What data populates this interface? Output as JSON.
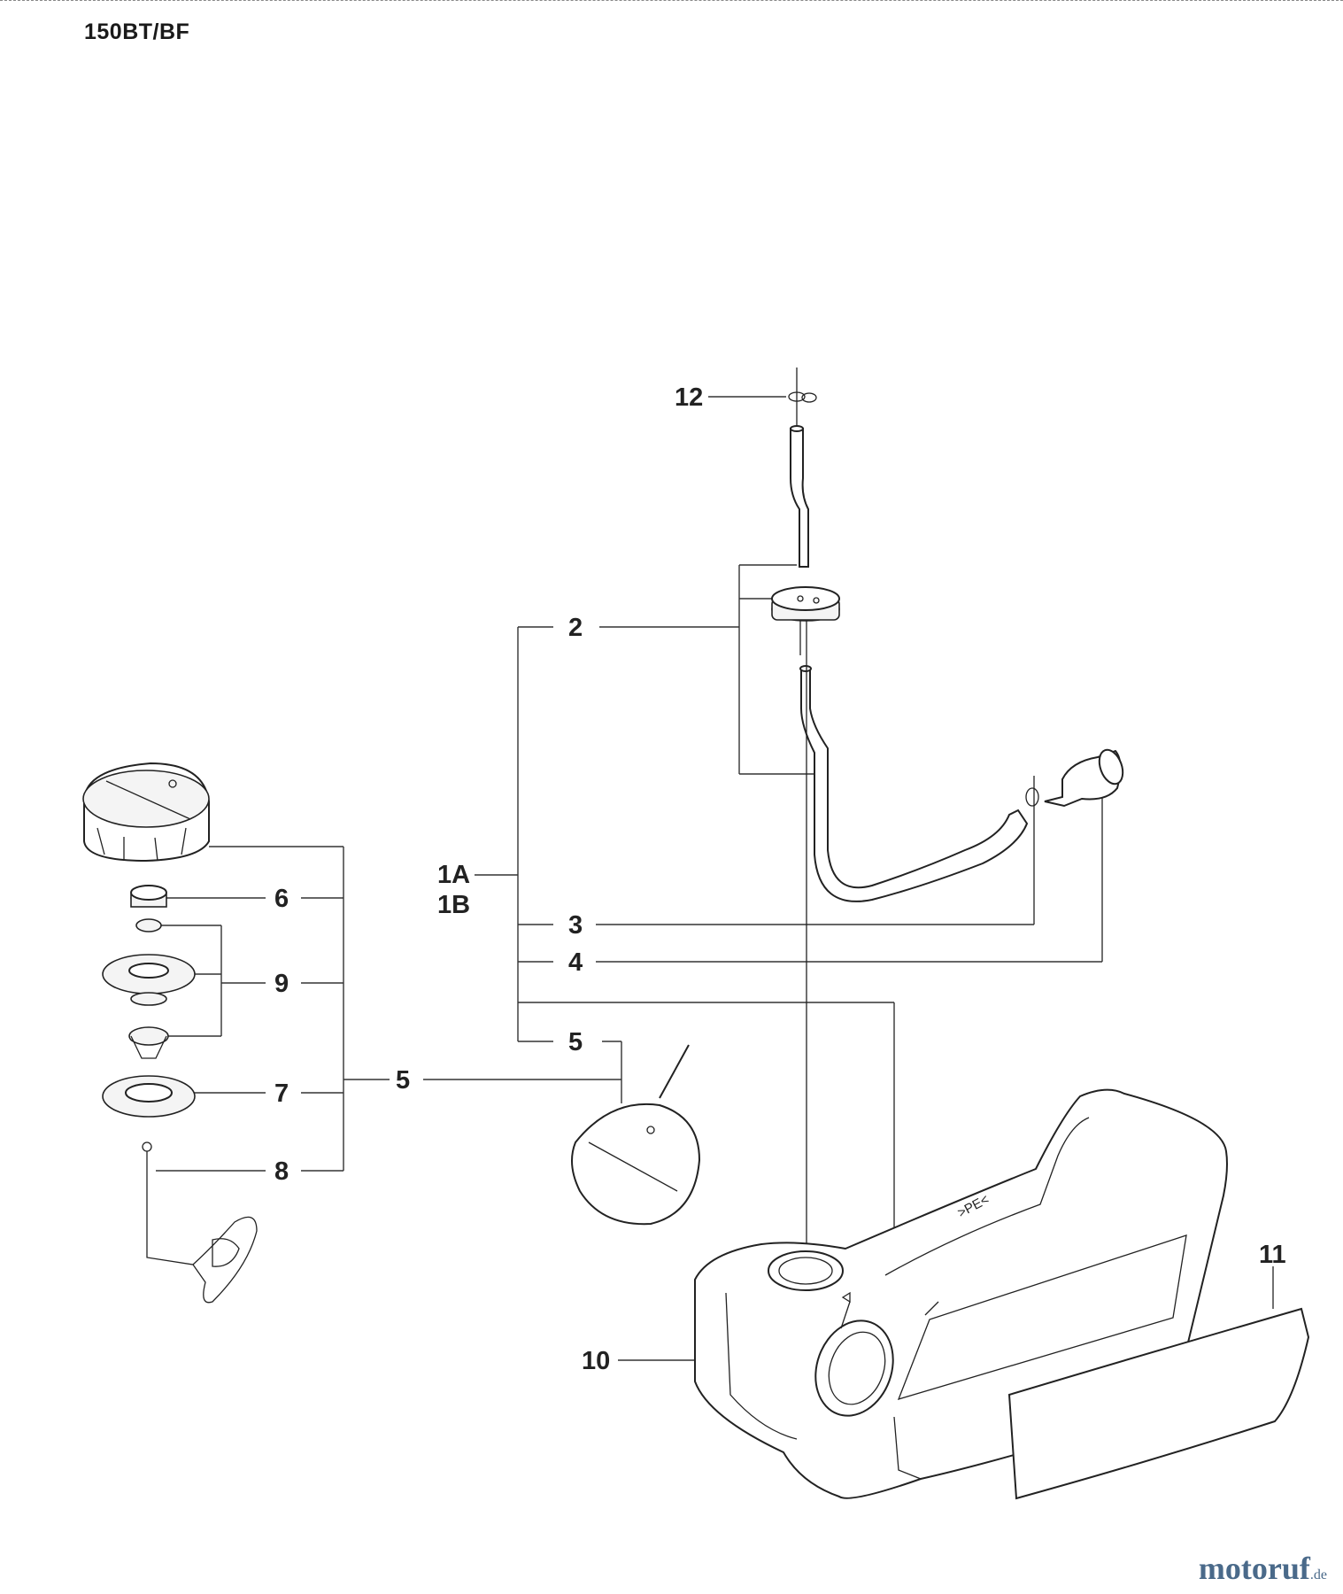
{
  "diagram": {
    "model": "150BT/BF",
    "labels": {
      "p12": "12",
      "p2": "2",
      "p1A": "1A",
      "p1B": "1B",
      "p3": "3",
      "p4": "4",
      "p5a": "5",
      "p5b": "5",
      "p6": "6",
      "p9": "9",
      "p7": "7",
      "p8": "8",
      "p10": "10",
      "p11": "11"
    },
    "tank_marking": ">PE<"
  },
  "watermark": {
    "brand": "motoruf",
    "domain_suffix": ".de"
  },
  "colors": {
    "line": "#222222",
    "watermark": "#4a6a8a"
  }
}
